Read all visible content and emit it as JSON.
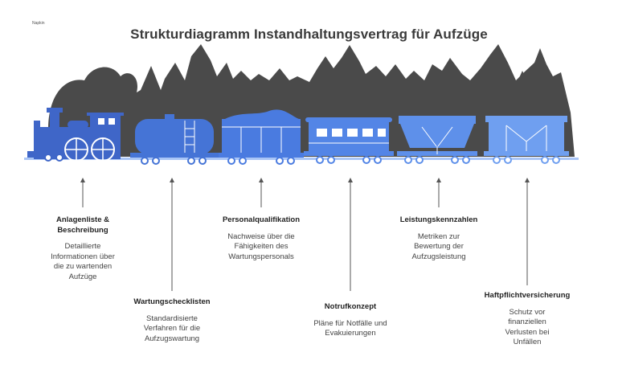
{
  "logo_text": "Napkin",
  "title": "Strukturdiagramm Instandhaltungsvertrag für Aufzüge",
  "colors": {
    "forest": "#4a4a4a",
    "blue_dark": "#3f66c8",
    "blue_mid": "#4f7fe0",
    "blue_light": "#6f9ff0",
    "arrow": "#555555"
  },
  "items": [
    {
      "title": "Anlagenliste & Beschreibung",
      "description": "Detaillierte Informationen über die zu wartenden Aufzüge"
    },
    {
      "title": "Wartungschecklisten",
      "description": "Standardisierte Verfahren für die Aufzugswartung"
    },
    {
      "title": "Personalqualifikation",
      "description": "Nachweise über die Fähigkeiten des Wartungspersonals"
    },
    {
      "title": "Notrufkonzept",
      "description": "Pläne für Notfälle und Evakuierungen"
    },
    {
      "title": "Leistungskennzahlen",
      "description": "Metriken zur Bewertung der Aufzugsleistung"
    },
    {
      "title": "Haftpflichtversicherung",
      "description": "Schutz vor finanziellen Verlusten bei Unfällen"
    }
  ]
}
